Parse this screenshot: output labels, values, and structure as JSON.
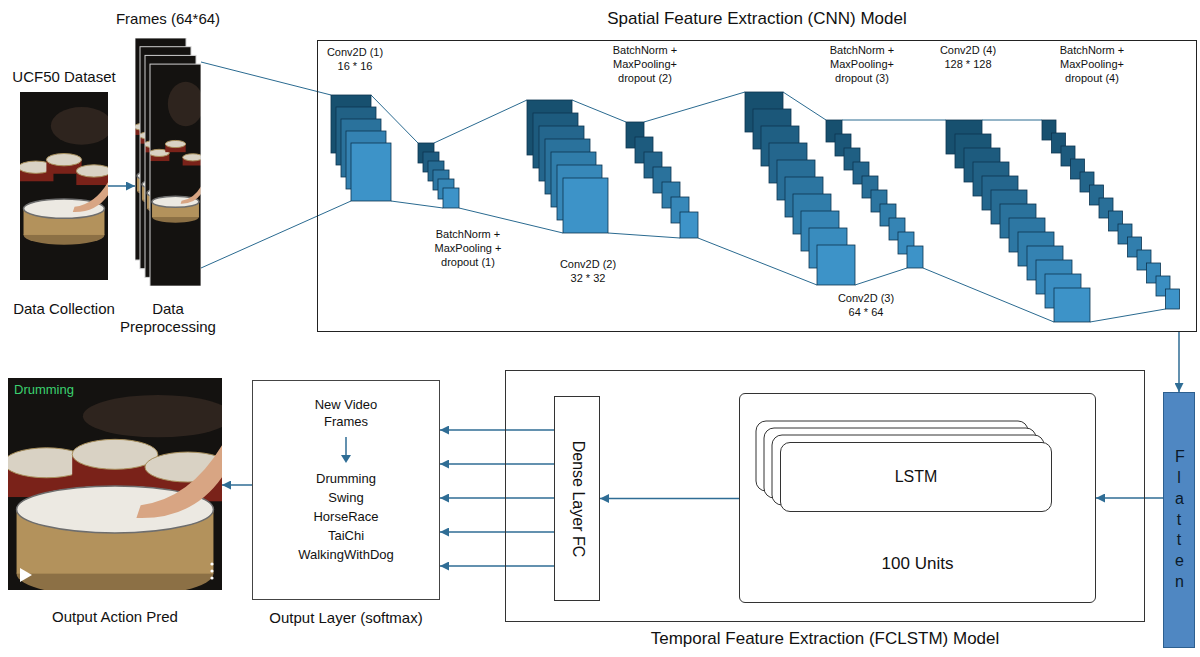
{
  "diagram": {
    "nodes": [
      {
        "text": [
          "UCF50 Dataset",
          "Data Collection"
        ]
      },
      {
        "text": [
          "Frames (64*64)",
          "Data Preprocessing"
        ]
      },
      {
        "text": [
          "Spatial Feature Extraction (CNN) Model"
        ]
      },
      {
        "text": [
          "Flatten"
        ]
      },
      {
        "text": [
          "Temporal Feature Extraction (FCLSTM) Model"
        ]
      },
      {
        "text": [
          "100 Units"
        ],
        "in": 4
      },
      {
        "text": [
          "LSTM"
        ],
        "in": 5
      },
      {
        "text": [
          "Dense Layer FC"
        ],
        "in": 4
      },
      {
        "text": [
          "New Video Frames",
          "Drumming Swing HorseRace TaiChi WalkingWithDog",
          "Output Layer (softmax)"
        ]
      },
      {
        "text": [
          "Drumming",
          "Output Action Pred"
        ]
      }
    ],
    "edges": [
      {
        "from": 0,
        "to": 1,
        "arrow": "to"
      },
      {
        "from": 2,
        "to": 3,
        "arrow": "to"
      },
      {
        "from": 3,
        "to": 5,
        "arrow": "to"
      },
      {
        "from": 5,
        "to": 7,
        "arrow": "to"
      },
      {
        "from": 7,
        "to": 8,
        "arrow": "to"
      },
      {
        "from": 7,
        "to": 8,
        "arrow": "to"
      },
      {
        "from": 7,
        "to": 8,
        "arrow": "to"
      },
      {
        "from": 7,
        "to": 8,
        "arrow": "to"
      },
      {
        "from": 7,
        "to": 8,
        "arrow": "to"
      },
      {
        "from": 8,
        "to": 9,
        "arrow": "to"
      }
    ],
    "labels": [
      "Conv2D (1) 16 * 16",
      "BatchNorm + MaxPooling + dropout (1)",
      "Conv2D (2) 32 * 32",
      "BatchNorm + MaxPooling+ dropout (2)",
      "BatchNorm + MaxPooling+ dropout (3)",
      "Conv2D (3) 64 * 64",
      "Conv2D (4) 128 * 128",
      "BatchNorm + MaxPooling+ dropout (4)"
    ]
  }
}
